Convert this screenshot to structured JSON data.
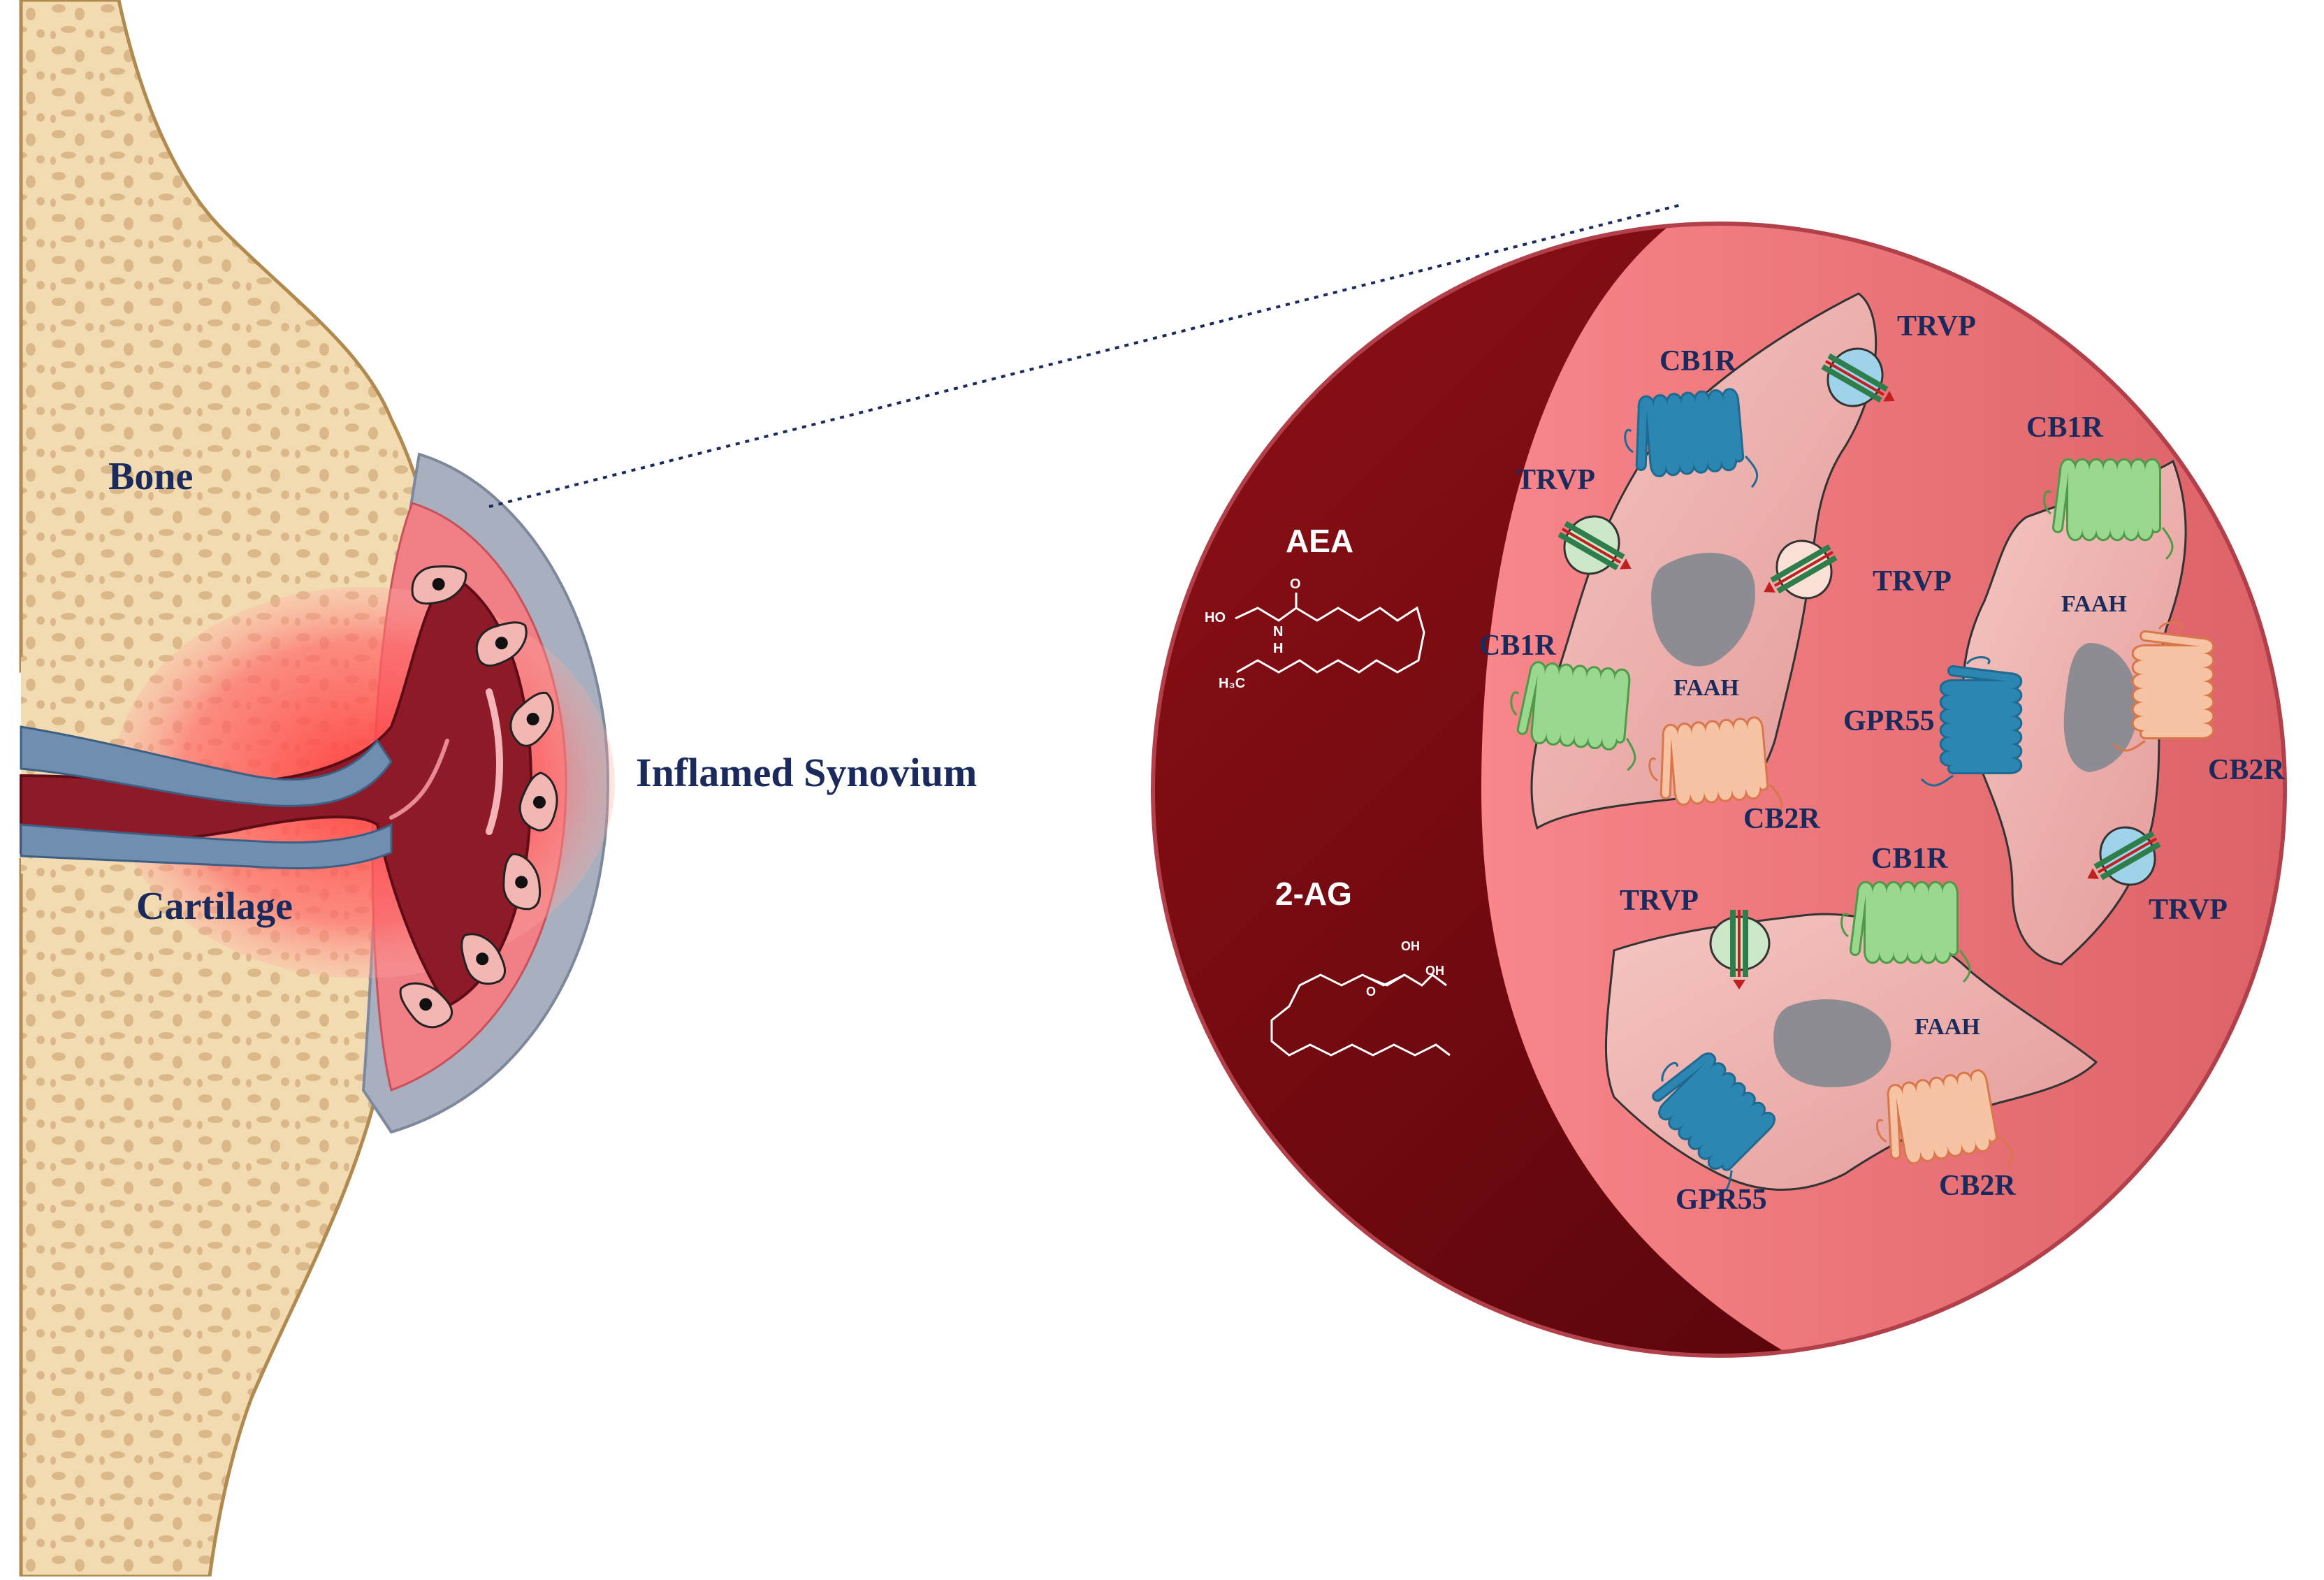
{
  "labels": {
    "bone": "Bone",
    "cartilage": "Cartilage",
    "inflamed_synovium": "Inflamed Synovium"
  },
  "ligands": {
    "aea": {
      "name": "AEA",
      "atoms": {
        "ho": "HO",
        "n": "N",
        "h": "H",
        "o": "O",
        "h3c": "H₃C"
      }
    },
    "two_ag": {
      "name": "2-AG",
      "atoms": {
        "o": "O",
        "oh1": "OH",
        "oh2": "OH"
      }
    }
  },
  "cells": [
    {
      "id": "cell-top",
      "enzyme": "FAAH",
      "receptors": [
        {
          "type": "TRVP",
          "label": "TRVP"
        },
        {
          "type": "CB1R",
          "label": "CB1R"
        },
        {
          "type": "TRVP",
          "label": "TRVP"
        },
        {
          "type": "TRVP",
          "label": "TRVP"
        },
        {
          "type": "CB1R",
          "label": "CB1R"
        },
        {
          "type": "CB2R",
          "label": "CB2R"
        }
      ]
    },
    {
      "id": "cell-right",
      "enzyme": "FAAH",
      "receptors": [
        {
          "type": "CB1R",
          "label": "CB1R"
        },
        {
          "type": "GPR55",
          "label": "GPR55"
        },
        {
          "type": "CB2R",
          "label": "CB2R"
        },
        {
          "type": "TRVP",
          "label": "TRVP"
        }
      ]
    },
    {
      "id": "cell-bottom",
      "enzyme": "FAAH",
      "receptors": [
        {
          "type": "TRVP",
          "label": "TRVP"
        },
        {
          "type": "CB1R",
          "label": "CB1R"
        },
        {
          "type": "GPR55",
          "label": "GPR55"
        },
        {
          "type": "CB2R",
          "label": "CB2R"
        }
      ]
    }
  ],
  "colors": {
    "bone": "#f3dbb1",
    "bone_spots": "#dbb889",
    "synovium_outer": "#a8b0bf",
    "inflamed_pink": "#f07f86",
    "joint_dark_red": "#8e1a28",
    "cartilage_blue": "#6f8eb0",
    "zoom_dark": "#6d0812",
    "zoom_pink": "#f07c7e",
    "cell_fill": "#f2b6b3",
    "nucleus": "#8c8c92",
    "label_navy": "#1a2a5c",
    "cb1r_green": "#9ad78f",
    "cb2r_orange": "#f2a77c",
    "gpr55_blue": "#1f6a90",
    "trvp_cyan": "#9fd3ea"
  }
}
